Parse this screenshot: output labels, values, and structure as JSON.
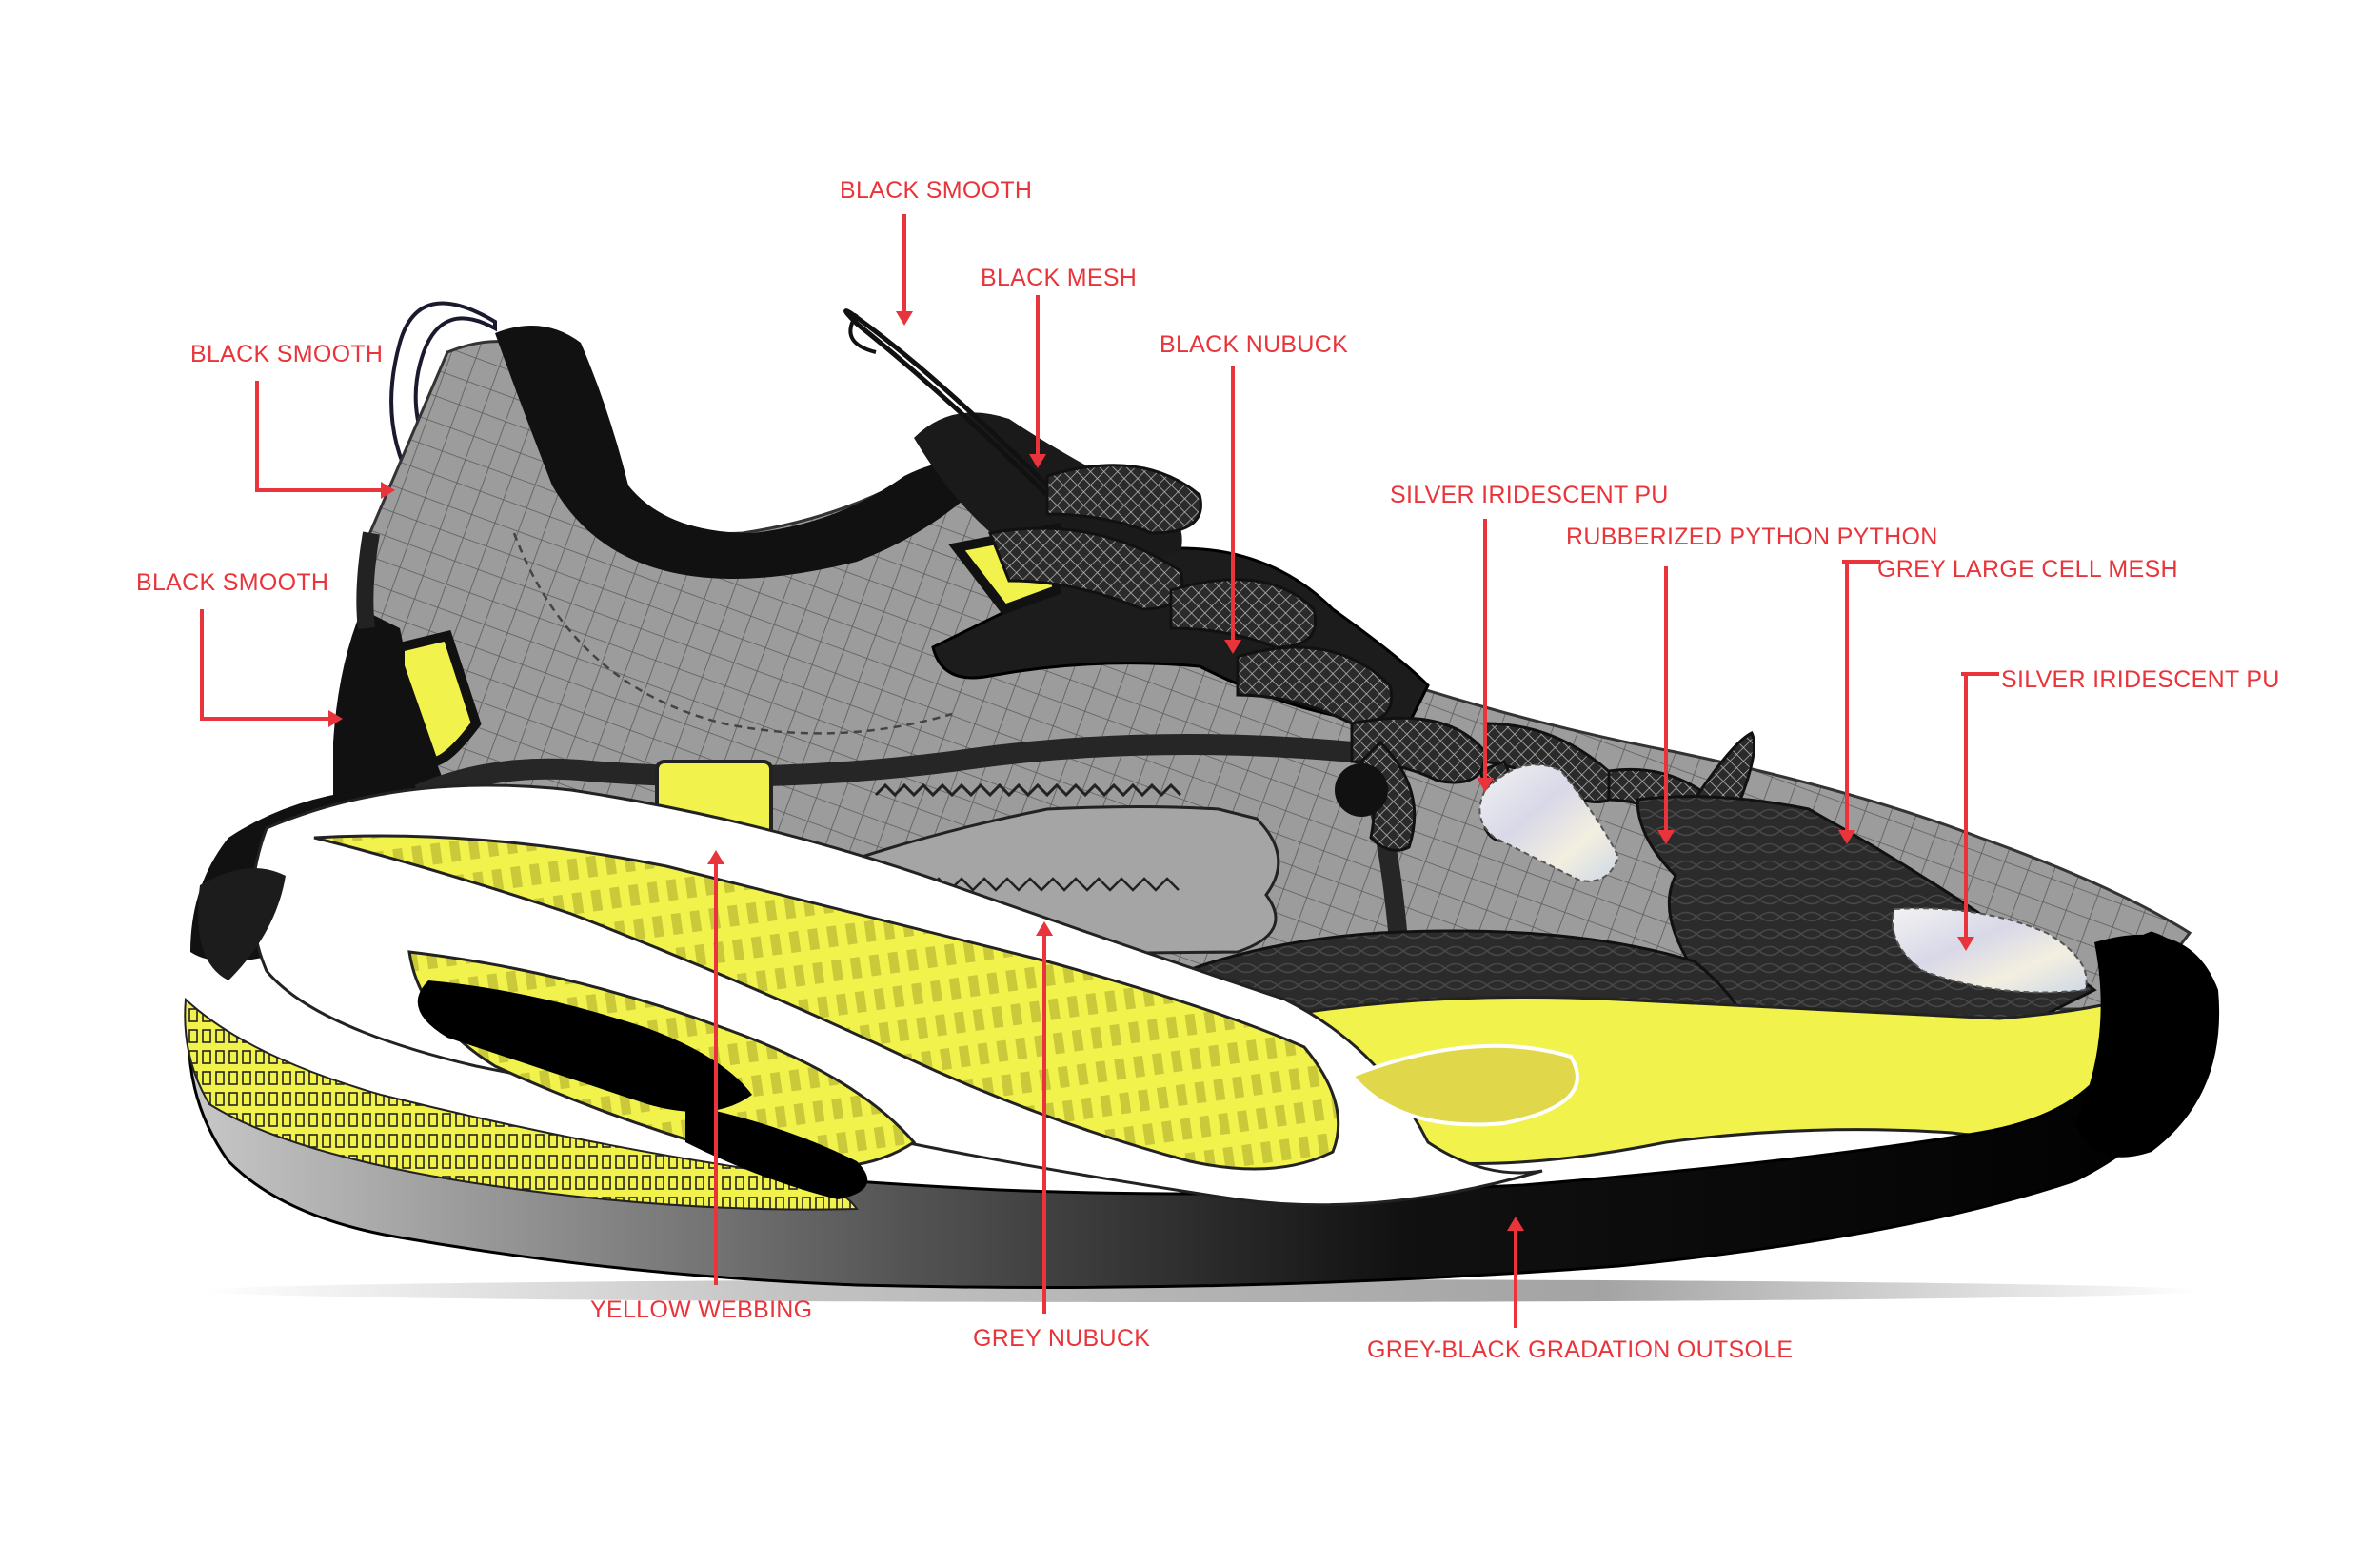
{
  "colors": {
    "accent": "#e8343a",
    "yellow": "#f2f24c",
    "black": "#111111",
    "grey_mesh": "#9a9a9a",
    "grey_light": "#b3b3b3",
    "white": "#ffffff"
  },
  "callouts": [
    {
      "id": "heel-pull-tab",
      "text": "BLACK SMOOTH"
    },
    {
      "id": "heel-counter",
      "text": "BLACK SMOOTH"
    },
    {
      "id": "lace-loop",
      "text": "BLACK SMOOTH"
    },
    {
      "id": "tongue",
      "text": "BLACK MESH"
    },
    {
      "id": "eyestay",
      "text": "BLACK NUBUCK"
    },
    {
      "id": "mid-pu",
      "text": "SILVER IRIDESCENT PU"
    },
    {
      "id": "toe-cage",
      "text": "RUBBERIZED PYTHON  PYTHON"
    },
    {
      "id": "vamp-mesh",
      "text": "GREY LARGE CELL MESH"
    },
    {
      "id": "toe-pu",
      "text": "SILVER IRIDESCENT PU"
    },
    {
      "id": "webbing",
      "text": "YELLOW  WEBBING"
    },
    {
      "id": "side-panel",
      "text": "GREY NUBUCK"
    },
    {
      "id": "outsole",
      "text": "GREY-BLACK GRADATION OUTSOLE"
    }
  ]
}
